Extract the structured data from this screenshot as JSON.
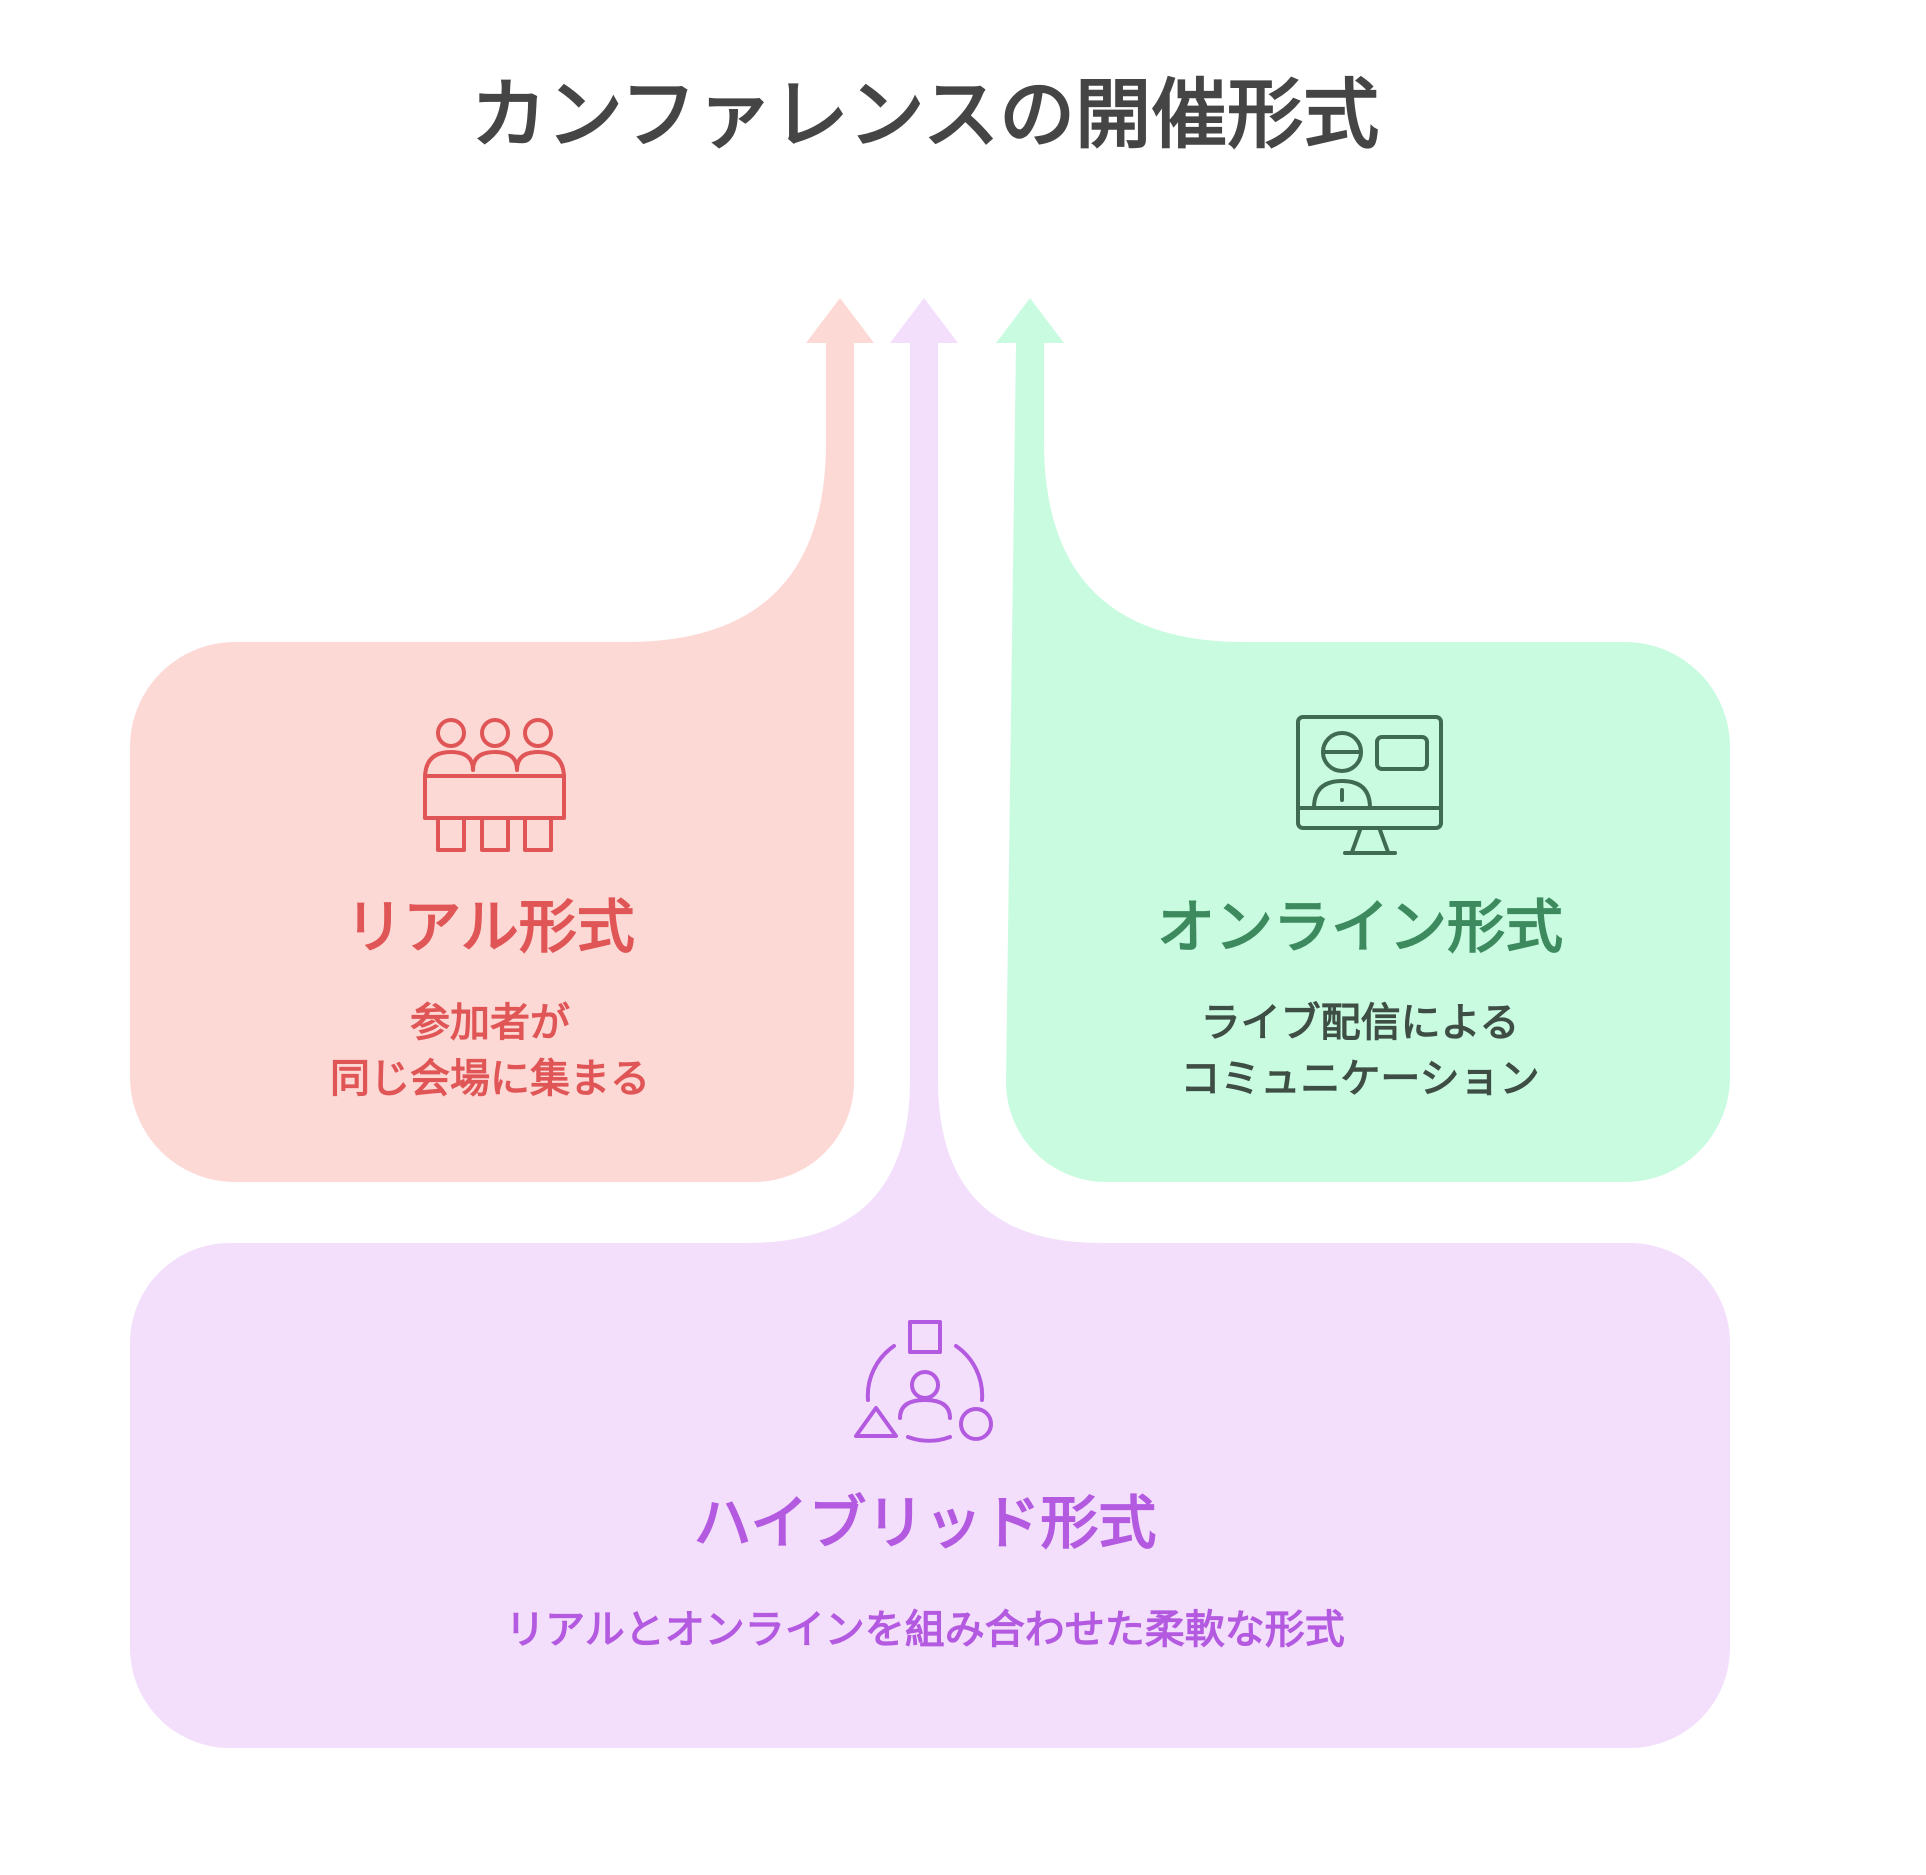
{
  "title": "カンファレンスの開催形式",
  "colors": {
    "real_fill": "#fdd9d6",
    "real_text": "#e05656",
    "online_fill": "#c9fbe1",
    "online_title": "#3d8a5e",
    "online_text": "#3e4e45",
    "online_icon": "#3f6b52",
    "hybrid_fill": "#f3dffc",
    "hybrid_text": "#b35ae0",
    "title_text": "#454545"
  },
  "formats": {
    "real": {
      "title": "リアル形式",
      "description": "参加者が\n同じ会場に集まる",
      "icon": "audience-icon"
    },
    "online": {
      "title": "オンライン形式",
      "description": "ライブ配信による\nコミュニケーション",
      "icon": "video-call-monitor-icon"
    },
    "hybrid": {
      "title": "ハイブリッド形式",
      "description": "リアルとオンラインを組み合わせた柔軟な形式",
      "icon": "person-with-shapes-icon"
    }
  }
}
